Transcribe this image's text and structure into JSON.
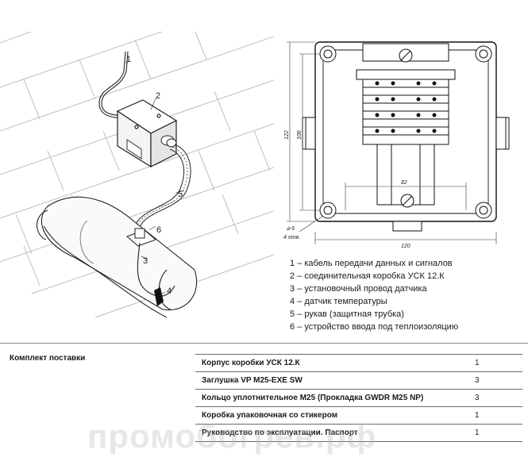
{
  "illustration": {
    "callouts": [
      "1",
      "2",
      "3",
      "4",
      "5",
      "6"
    ]
  },
  "drawing": {
    "dims": {
      "height_outer": "122",
      "height_inner": "106",
      "width_inner": "82",
      "width_outer": "120",
      "holes_d": "⌀ 6",
      "holes_n": "4 отв."
    }
  },
  "legend": [
    "1 – кабель передачи данных и сигналов",
    "2 – соединительная коробка УСК 12.К",
    "3 – установочный провод датчика",
    "4 – датчик температуры",
    "5 – рукав (защитная трубка)",
    "6 – устройство ввода под теплоизоляцию"
  ],
  "kit": {
    "title": "Комплект поставки",
    "rows": [
      {
        "name": "Корпус коробки УСК 12.К",
        "qty": "1"
      },
      {
        "name": "Заглушка VP M25-EXE SW",
        "qty": "3"
      },
      {
        "name": "Кольцо уплотнительное M25 (Прокладка GWDR M25 NP)",
        "qty": "3"
      },
      {
        "name": "Коробка упаковочная со стикером",
        "qty": "1"
      },
      {
        "name": "Руководство по эксплуатации. Паспорт",
        "qty": "1"
      }
    ]
  },
  "watermark": "промобогрев.рф"
}
